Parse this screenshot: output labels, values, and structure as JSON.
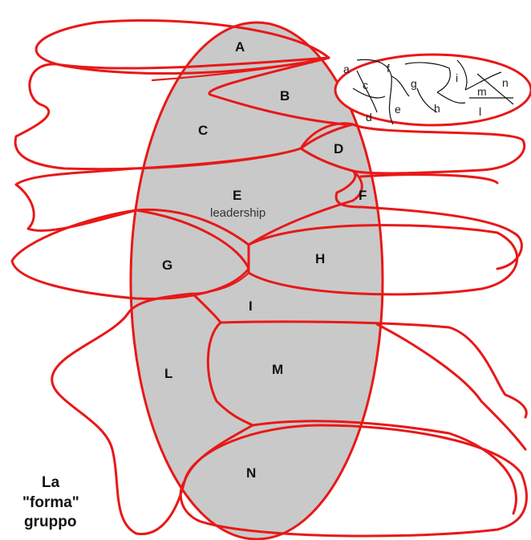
{
  "colors": {
    "outline": "#e81818",
    "fill": "#c9c9c9",
    "text": "#111111"
  },
  "regions": {
    "A": "A",
    "B": "B",
    "C": "C",
    "D": "D",
    "E": "E",
    "F": "F",
    "G": "G",
    "H": "H",
    "I": "I",
    "L": "L",
    "M": "M",
    "N": "N"
  },
  "leadership_label": "leadership",
  "subgroups": [
    "a",
    "c",
    "d",
    "e",
    "f",
    "g",
    "h",
    "i",
    "l",
    "m",
    "n"
  ],
  "caption": {
    "line1": "La",
    "line2": "\"forma\"",
    "line3": "gruppo"
  }
}
